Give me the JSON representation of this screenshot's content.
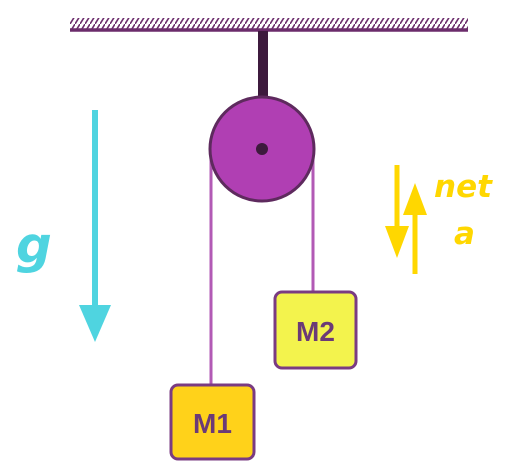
{
  "labels": {
    "gravity": "g",
    "net_accel_line1": "net",
    "net_accel_line2": "a",
    "mass1": "M1",
    "mass2": "M2"
  },
  "colors": {
    "ceiling": "#6b2c6b",
    "axle_rod": "#3d1a3d",
    "pulley": "#b03fb3",
    "pulley_outline": "#5e2a5e",
    "rope": "#b25ab5",
    "gravity_arrow": "#4fd4e0",
    "accel_arrow": "#ffd700",
    "mass1_fill": "#ffd21a",
    "mass2_fill": "#f3f34d",
    "mass_outline": "#7a3b82",
    "mass_text": "#6b3a77"
  },
  "icons": {
    "gravity_arrow": "arrow-down",
    "accel_arrows": "arrows-up-down"
  }
}
